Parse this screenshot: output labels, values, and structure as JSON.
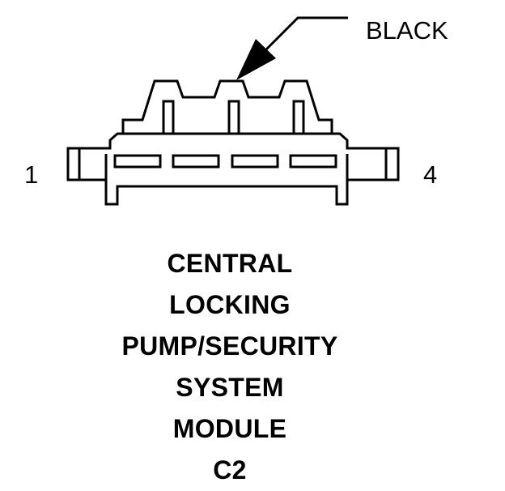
{
  "connector": {
    "color_label": "BLACK",
    "pin_left": "1",
    "pin_right": "4",
    "cavity_count": 4
  },
  "title": {
    "lines": [
      "CENTRAL",
      "LOCKING",
      "PUMP/SECURITY",
      "SYSTEM",
      "MODULE",
      "C2"
    ]
  },
  "colors": {
    "stroke": "#000000",
    "background": "#ffffff"
  }
}
